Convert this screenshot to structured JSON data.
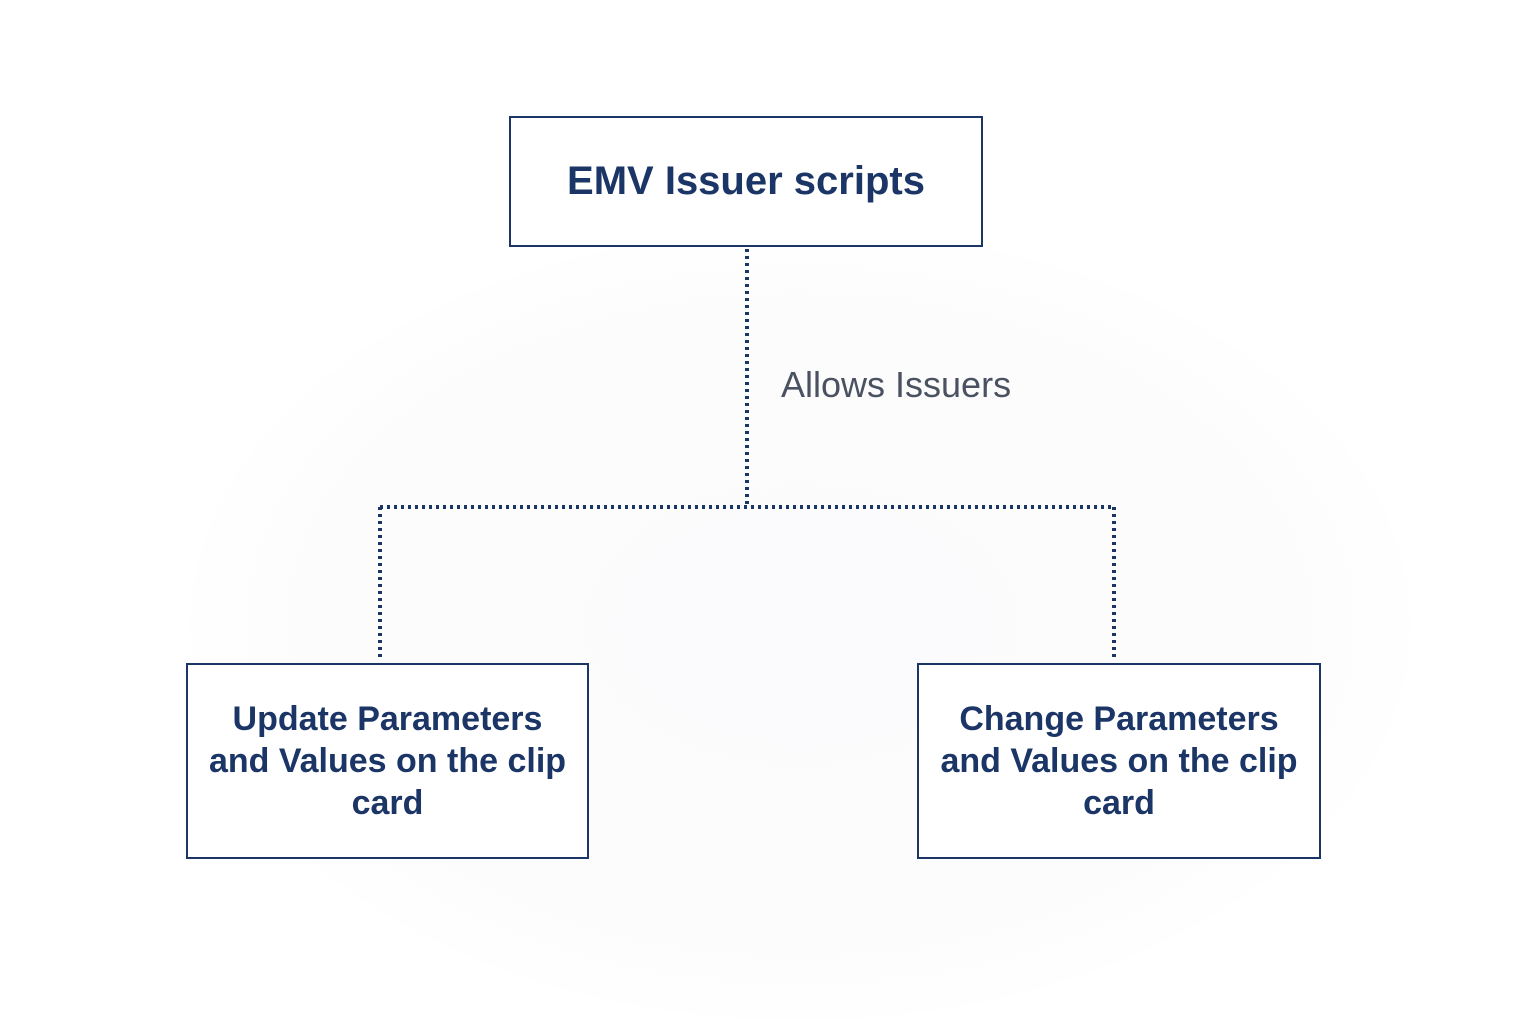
{
  "diagram": {
    "root": {
      "label": "EMV Issuer scripts"
    },
    "edge_label": "Allows Issuers",
    "children": [
      {
        "label": "Update Parameters and Values on the clip card"
      },
      {
        "label": "Change Parameters and Values on the clip card"
      }
    ]
  },
  "colors": {
    "box_border": "#1b3566",
    "box_text": "#1b3566",
    "connector": "#1b3566",
    "edge_label": "#4a5160"
  }
}
